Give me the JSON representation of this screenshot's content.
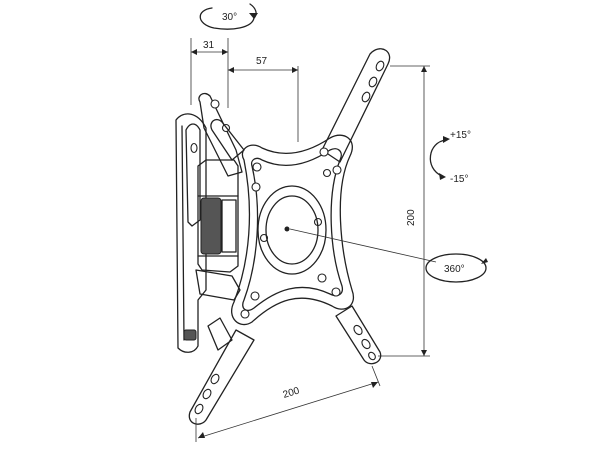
{
  "dimensions": {
    "top_rotation": "30°",
    "offset_a": "31",
    "offset_b": "57",
    "height": "200",
    "width": "200",
    "tilt_up": "+15°",
    "tilt_down": "-15°",
    "rotation": "360°"
  }
}
